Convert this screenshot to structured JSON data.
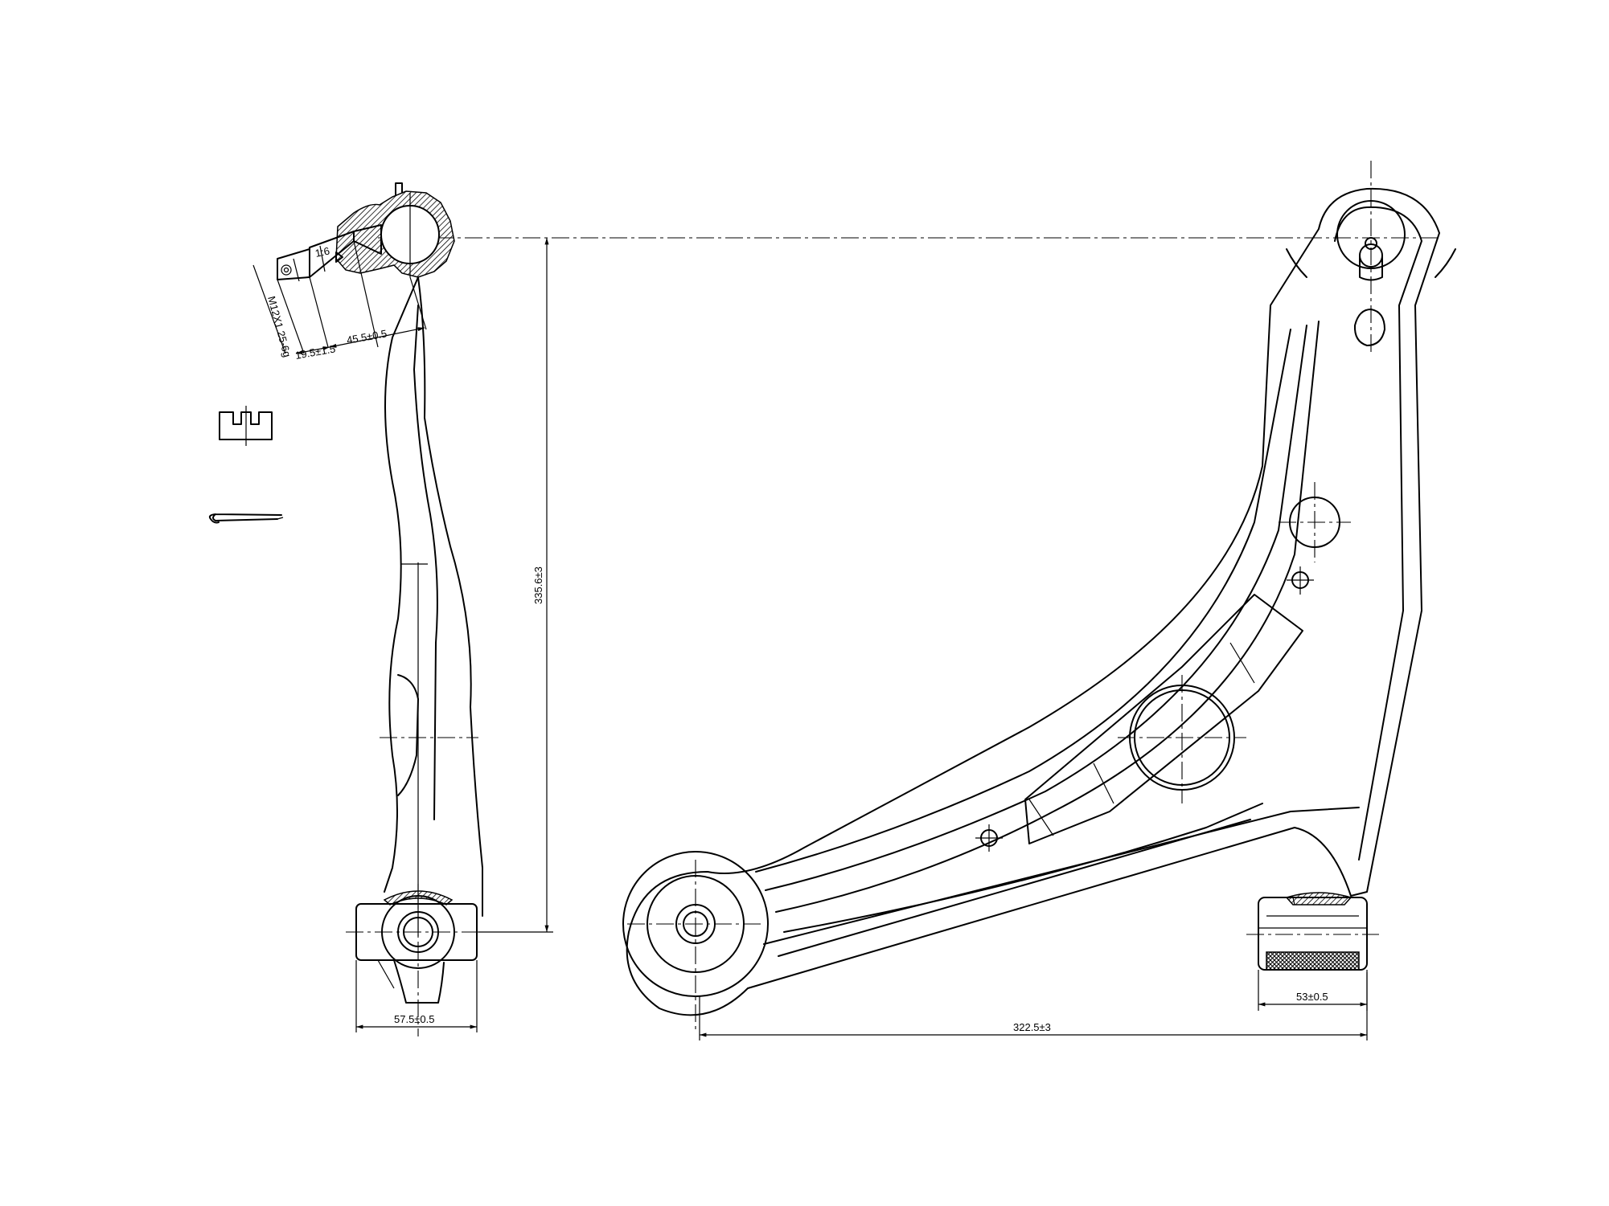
{
  "dimensions": {
    "thread_spec": "M12X1.25-6g",
    "taper": "1:6",
    "stud_length": "19.5±1.5",
    "ball_offset": "45.5±0.5",
    "height": "335.6±3",
    "front_bushing_width": "57.5±0.5",
    "span": "322.5±3",
    "rear_bushing_width": "53±0.5"
  }
}
